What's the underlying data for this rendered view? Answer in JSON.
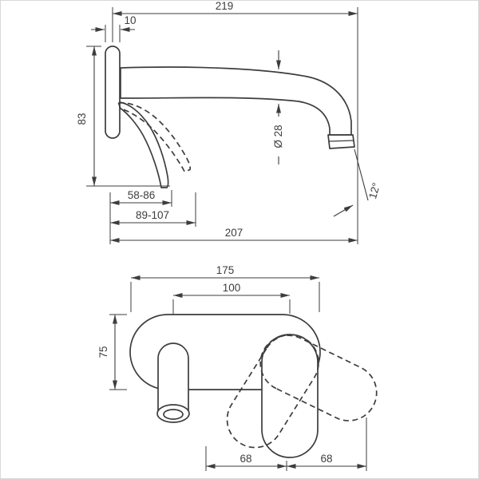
{
  "drawing": {
    "side_view": {
      "dims": {
        "total_length": "219",
        "plate_thickness": "10",
        "height": "83",
        "spout_diameter": "Ø 28",
        "handle_range_min": "58-86",
        "handle_range_max": "89-107",
        "spout_reach": "207",
        "spray_angle": "12°"
      }
    },
    "front_view": {
      "dims": {
        "plate_width": "175",
        "hole_spacing": "100",
        "plate_height": "75",
        "swing_left": "68",
        "swing_right": "68"
      }
    },
    "colors": {
      "line": "#3d3d3d",
      "background": "#ffffff",
      "border": "#d9d9d9"
    }
  }
}
